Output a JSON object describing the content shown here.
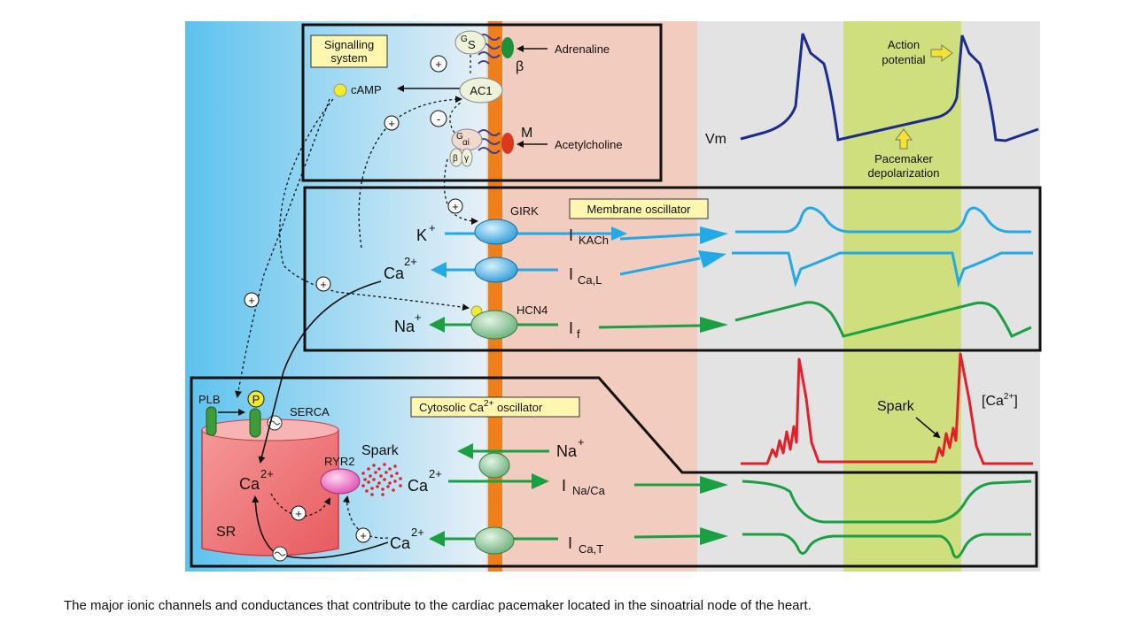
{
  "caption": "The major ionic channels and conductances that contribute to the cardiac pacemaker located in the sinoatrial node of the heart.",
  "labels": {
    "signalling_system_line1": "Signalling",
    "signalling_system_line2": "system",
    "gs_main": "G",
    "gs_sub": "S",
    "beta": "β",
    "adrenaline": "Adrenaline",
    "camp": "cAMP",
    "ac1": "AC1",
    "m_receptor": "M",
    "gai_main": "G",
    "gai_sub": "αi",
    "beta_small": "β",
    "gamma_small": "γ",
    "acetylcholine": "Acetylcholine",
    "vm": "Vm",
    "action_potential_line1": "Action",
    "action_potential_line2": "potential",
    "pacemaker_line1": "Pacemaker",
    "pacemaker_line2": "depolarization",
    "girk": "GIRK",
    "membrane_oscillator": "Membrane oscillator",
    "k_ion": "K",
    "k_sup": "+",
    "i_kach_main": "I",
    "i_kach_sub": "KACh",
    "ca_ion": "Ca",
    "ca_sup": "2+",
    "i_cal_main": "I",
    "i_cal_sub": "Ca,L",
    "hcn4": "HCN4",
    "na_ion": "Na",
    "na_sup": "+",
    "i_f_main": "I",
    "i_f_sub": "f",
    "plb": "PLB",
    "p": "P",
    "serca": "SERCA",
    "cytosolic_main": "Cytosolic Ca",
    "cytosolic_sup": "2+",
    "cytosolic_rest": " oscillator",
    "ryr2": "RYR2",
    "spark": "Spark",
    "sr": "SR",
    "i_naca_main": "I",
    "i_naca_sub": "Na/Ca",
    "i_cat_main": "I",
    "i_cat_sub": "Ca,T",
    "spark_right": "Spark",
    "ca_conc_open": "[Ca",
    "ca_conc_sup": "2+",
    "ca_conc_close": "]",
    "plus": "+",
    "minus": "-"
  },
  "colors": {
    "left_blue": "#6ec8ee",
    "salmon": "#f3ccc0",
    "grey_panel": "#e3e3e3",
    "action_band": "#cfdf7e",
    "membrane": "#f07f1a",
    "vm_trace": "#1c2c8e",
    "blue_trace": "#22a9e6",
    "green_trace": "#1aa043",
    "red_trace": "#e3202a",
    "label_box": "#fff7b0"
  }
}
